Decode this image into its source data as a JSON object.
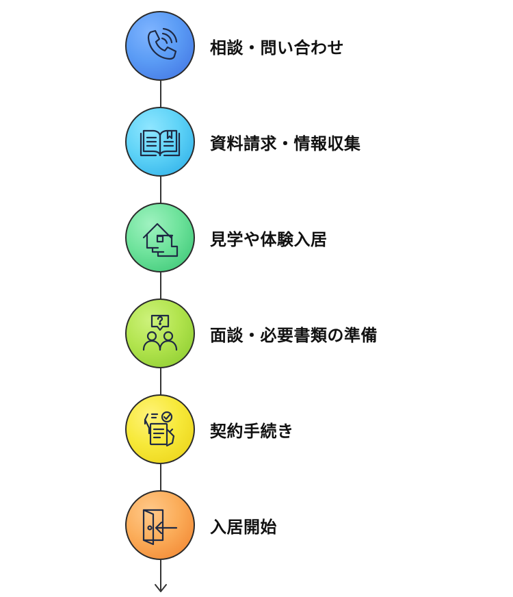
{
  "steps": [
    {
      "label": "相談・問い合わせ",
      "icon": "phone-icon",
      "color_from": "#5b9cf5",
      "color_to": "#3f6fe0"
    },
    {
      "label": "資料請求・情報収集",
      "icon": "open-book-icon",
      "color_from": "#5fd3f7",
      "color_to": "#26a9e6"
    },
    {
      "label": "見学や体験入居",
      "icon": "house-icon",
      "color_from": "#6fe39c",
      "color_to": "#34c270"
    },
    {
      "label": "面談・必要書類の準備",
      "icon": "interview-icon",
      "color_from": "#b2e44e",
      "color_to": "#86c82b"
    },
    {
      "label": "契約手続き",
      "icon": "contract-signing-icon",
      "color_from": "#f7e93a",
      "color_to": "#e9cf12"
    },
    {
      "label": "入居開始",
      "icon": "enter-door-icon",
      "color_from": "#fbad5a",
      "color_to": "#f07f2a"
    }
  ]
}
